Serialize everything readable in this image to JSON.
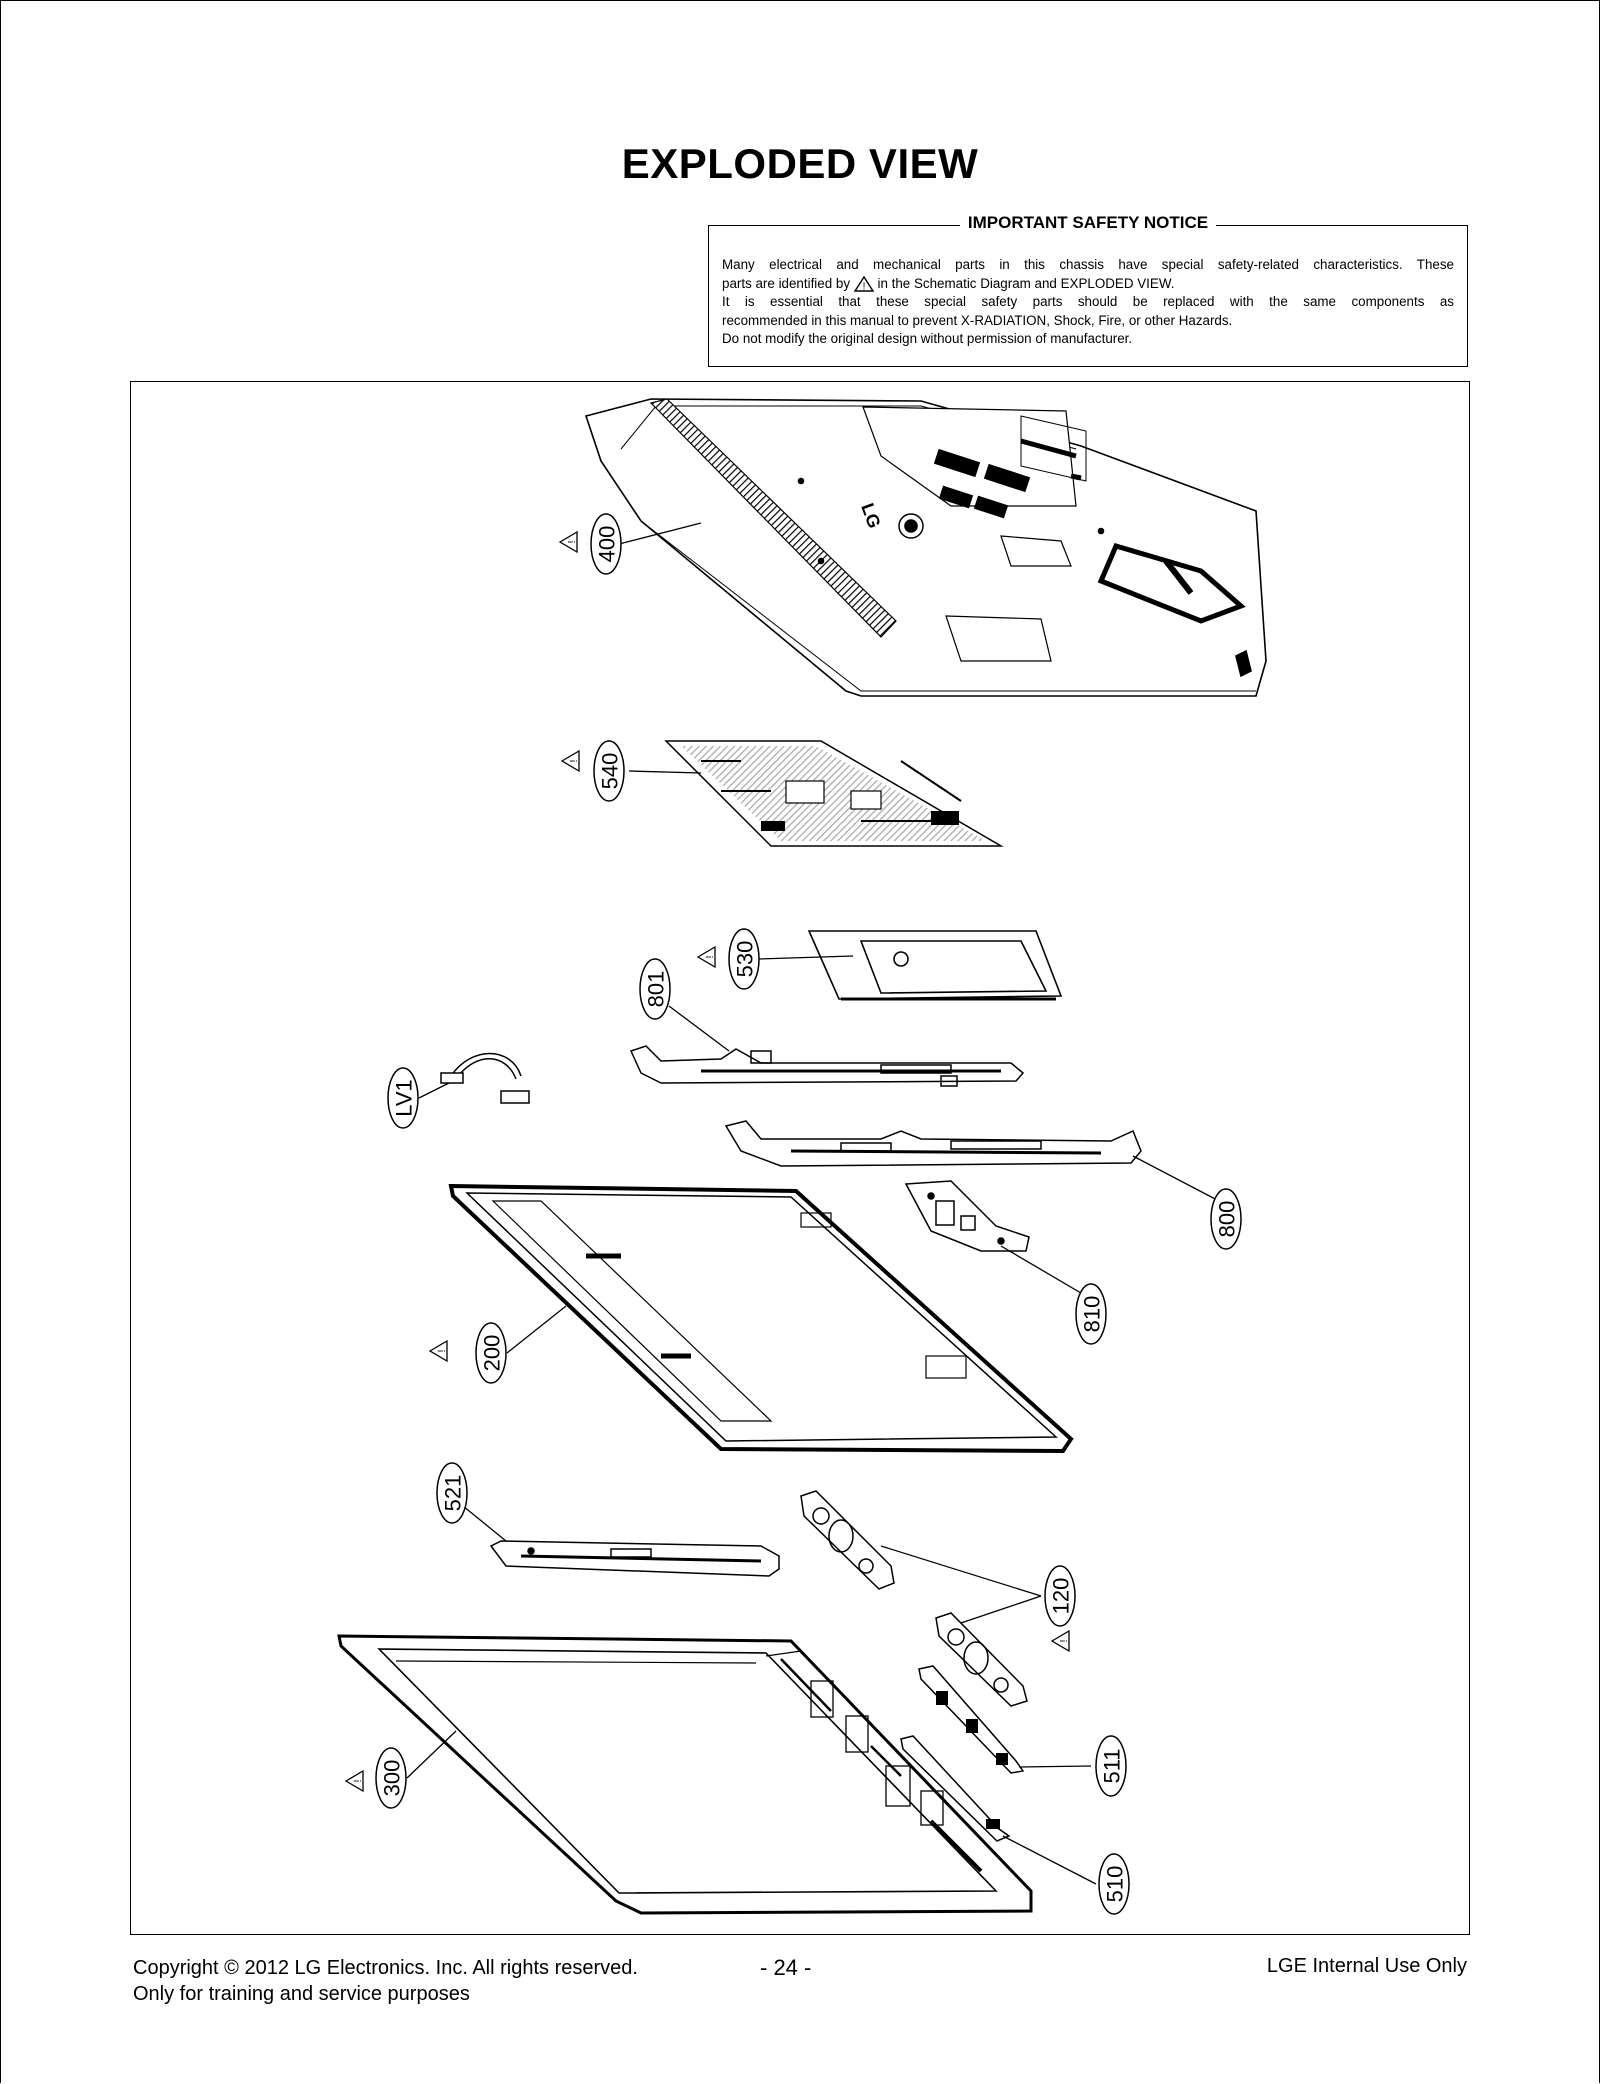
{
  "page": {
    "title": "EXPLODED VIEW"
  },
  "notice": {
    "title": "IMPORTANT SAFETY NOTICE",
    "line1": "Many electrical and mechanical parts in this chassis have special safety-related characteristics. These",
    "line2_pre": "parts are identified by",
    "line2_post": "in the Schematic Diagram and EXPLODED VIEW.",
    "line3": "It is essential that these special safety parts should be replaced with the same components as",
    "line4": "recommended in this manual to prevent X-RADIATION, Shock, Fire, or other Hazards.",
    "line5": "Do not modify the original design without permission of manufacturer."
  },
  "diagram": {
    "logo_text": "LG",
    "callouts": {
      "c400": "400",
      "c540": "540",
      "c530": "530",
      "c801": "801",
      "clv1": "LV1",
      "c800": "800",
      "c810": "810",
      "c200": "200",
      "c521": "521",
      "c120": "120",
      "c511": "511",
      "c300": "300",
      "c510": "510"
    }
  },
  "footer": {
    "copyright": "Copyright © 2012 LG Electronics. Inc. All rights reserved.",
    "purpose": "Only for training and service purposes",
    "page_number": "- 24 -",
    "internal": "LGE Internal Use Only"
  }
}
